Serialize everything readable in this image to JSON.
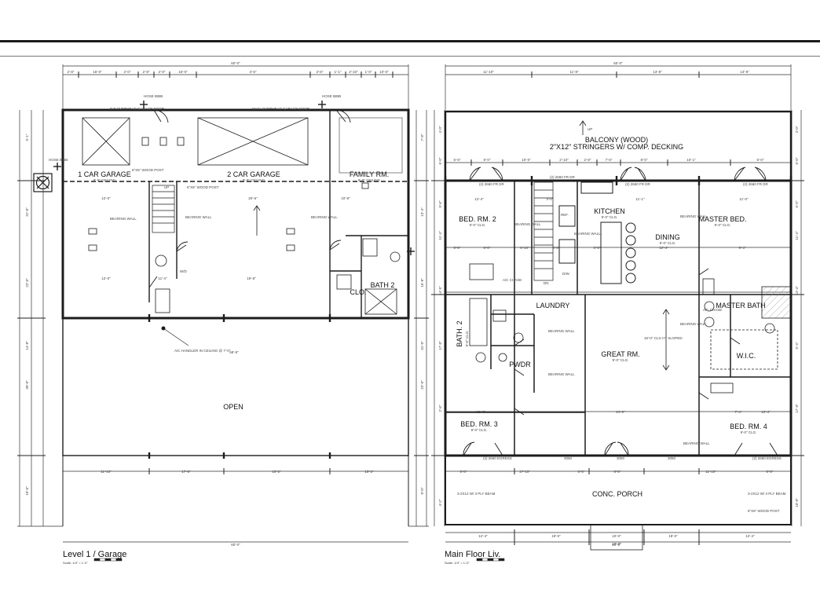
{
  "plans": [
    {
      "title": "Level 1 / Garage",
      "scale": "Scale: 1/4\" = 1'-0\"",
      "rooms": [
        {
          "name": "1 CAR GARAGE",
          "sub": "9'-0\" CEILING"
        },
        {
          "name": "2 CAR GARAGE",
          "sub": "9'-0\" CEILING"
        },
        {
          "name": "FAMILY RM.",
          "sub": "9'-0\" CEILING"
        },
        {
          "name": "BATH 2",
          "sub": ""
        },
        {
          "name": "CLO.",
          "sub": ""
        },
        {
          "name": "OPEN",
          "sub": ""
        }
      ],
      "notes": {
        "garage_door_1": "8x8 OVERHEAD GARAGE DOOR",
        "garage_door_2": "16x7e OVERHEAD GARAGE DOOR",
        "hose_bibb_1": "HOSE BIBB",
        "hose_bibb_2": "HOSE BIBB",
        "hose_bibb_3": "HOSE BIBB",
        "post_1": "6\"X6\" WOOD POST",
        "post_2": "6\"X6\" WOOD POST",
        "bearing_1": "BEARING WALL",
        "bearing_2": "BEARING WALL",
        "bearing_3": "BEARING WALL",
        "ac_handler": "A/C HANDLER IN CEILING @ 7'-0\"",
        "up": "UP",
        "wd": "W/D"
      },
      "dimensions": {
        "overall_top": "60'-0\"",
        "overall_bottom": "60'-0\"",
        "top_segments": [
          "2'-8\"",
          "16'-0\"",
          "2'-0\"",
          "2'-8\"",
          "2'-8\"",
          "16'-0\"",
          "3'-6\"",
          "3'-6\"",
          "1'-1\"",
          "2'-10\"",
          "1'-0\"",
          "10'-0\""
        ],
        "bottom_segments": [
          "11'-10\"",
          "17'-8\"",
          "15'-2\"",
          "15'-2\""
        ],
        "mid_row_1": [
          "12'-0\"",
          "20'-6\"",
          "10'-8\""
        ],
        "mid_row_2": [
          "12'-0\"",
          "11'-4\"",
          "19'-8\""
        ],
        "open_width": "58'-8\"",
        "left_side": [
          "5'-1\"",
          "31'-0\"",
          "22'-0\"",
          "14'-8\"",
          "30'-0\"",
          "10'-0\""
        ],
        "right_side": [
          "7'-8\"",
          "13'-4\"",
          "15'-8\"",
          "31'-0\"",
          "22'-0\"",
          "8'-0\""
        ]
      }
    },
    {
      "title": "Main Floor Liv.",
      "scale": "Scale: 1/4\" = 1'-0\"",
      "rooms": [
        {
          "name": "BALCONY (WOOD)",
          "sub": "2\"X12\" STRINGERS W/ COMP. DECKING"
        },
        {
          "name": "BED. RM. 2",
          "sub": "9'-0\" CLG."
        },
        {
          "name": "KITCHEN",
          "sub": "9'-0\" CLG."
        },
        {
          "name": "DINING",
          "sub": "9'-0\" CLG."
        },
        {
          "name": "MASTER BED.",
          "sub": "9'-0\" CLG."
        },
        {
          "name": "LAUNDRY",
          "sub": ""
        },
        {
          "name": "MASTER BATH",
          "sub": ""
        },
        {
          "name": "BATH. 2",
          "sub": "9'-0\" CLG."
        },
        {
          "name": "GREAT RM.",
          "sub": "9'-0\" CLG."
        },
        {
          "name": "PWDR",
          "sub": ""
        },
        {
          "name": "W.I.C.",
          "sub": ""
        },
        {
          "name": "BED. RM. 3",
          "sub": "9'-0\" CLG."
        },
        {
          "name": "BED. RM. 4",
          "sub": "9'-0\" CLG."
        },
        {
          "name": "CONC. PORCH",
          "sub": ""
        }
      ],
      "notes": {
        "dn": "DN",
        "up_arrow": "UP",
        "door_1": "(2) 2660 FR DR",
        "door_2": "(2) 2660 FR DR",
        "door_3": "(2) 2660 FR DR",
        "door_4": "(2) 2660 FR DR",
        "win_bottom_1": "(2) 2660 EGRESS",
        "win_bottom_2": "(2) 2660 EGRESS",
        "win_3050_1": "3050",
        "win_3050_2": "3050",
        "win_3050_3": "3050",
        "beam_left": "3-2X12 W/ 3 PLY BEAM",
        "beam_right": "3-2X12 W/ 3 PLY BEAM",
        "wood_post": "6\"X6\" WOOD POST",
        "bearing_1": "BEARING WALL",
        "bearing_2": "BEARING WALL",
        "bearing_3": "BEARING WALL",
        "bearing_4": "BEARING WALL",
        "bearing_5": "BEARING WALL",
        "bearing_6": "BEARING WALL",
        "bearing_7": "BEARING WALL",
        "ac_chase_1": "A/C CHASE",
        "ac_chase_2": "A/C CHASE",
        "dw": "D/W",
        "ref": "REF.",
        "great_span": "16'-0\" CLG HT SLOPED"
      },
      "dimensions": {
        "overall_top": "60'-0\"",
        "overall_bottom": "60'-0\"",
        "top_segments": [
          "11'-10\"",
          "11'-8\"",
          "13'-8\"",
          "13'-8\""
        ],
        "row_1": [
          "6'-6\"",
          "8'-0\"",
          "10'-0\"",
          "2'-10\"",
          "2'-8\"",
          "7'-6\"",
          "8'-0\"",
          "10'-1\"",
          "6'-0\""
        ],
        "row_2": [
          "12'-4\"",
          "4'-0\"",
          "11'-1\"",
          "11'-0\""
        ],
        "row_3": [
          "6'-6\"",
          "8'-0\"",
          "6'-10\"",
          "6'-0\"",
          "3'-6\"",
          "12'-4\"",
          "9'-4\""
        ],
        "row_4": [
          "12'-0\"",
          "24'-0\"",
          "7'-4\"",
          "12'-4\""
        ],
        "porch_row": [
          "6'-8\"",
          "17'-10\"",
          "6'-8\"",
          "6'-8\"",
          "11'-10\"",
          "6'-8\""
        ],
        "bottom_segments": [
          "12'-4\"",
          "18'-0\"",
          "10'-0\"",
          "18'-0\"",
          "12'-4\""
        ],
        "center_bottom": "10'-0\"",
        "left_side": [
          "4'-0\"",
          "6'-0\"",
          "9'-6\"",
          "11'-4\"",
          "14'-5\"",
          "17'-0\"",
          "2'-6\"",
          "4'-2\""
        ],
        "right_side": [
          "4'-0\"",
          "6'-0\"",
          "5'-0\"",
          "11'-4\"",
          "14'-4\"",
          "5'-4\"",
          "17'-0\"",
          "10'-0\""
        ]
      }
    }
  ]
}
